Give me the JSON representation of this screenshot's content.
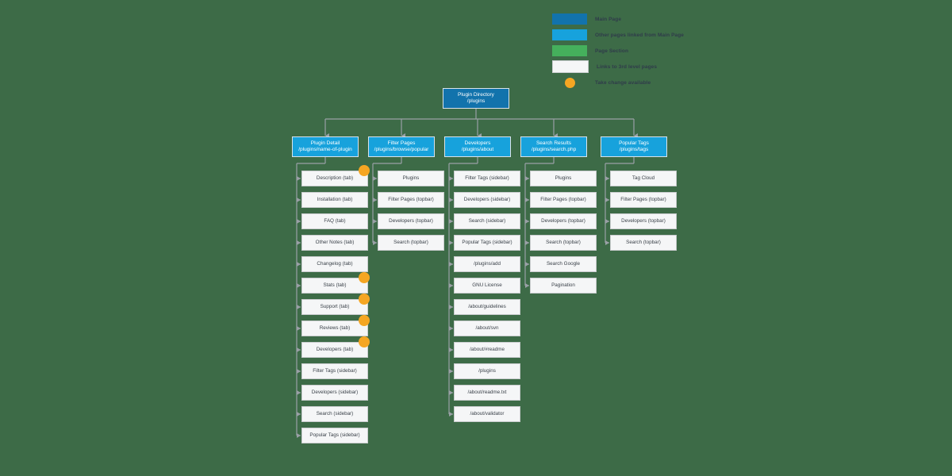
{
  "legend": {
    "items": [
      {
        "type": "swatch",
        "color": "#1273ac",
        "label": "Main Page"
      },
      {
        "type": "swatch",
        "color": "#17a2dc",
        "label": "Other pages linked from Main Page"
      },
      {
        "type": "swatch",
        "color": "#45b05c",
        "label": "Page Section"
      },
      {
        "type": "swatch",
        "color": "#f5f6f7",
        "label": "Links to 3rd level pages"
      },
      {
        "type": "dot",
        "color": "#f5a623",
        "label": "Take change available"
      }
    ]
  },
  "diagram": {
    "root": {
      "title": "Plugin Directory",
      "path": "/plugins"
    },
    "columns": [
      {
        "id": "plugin-detail",
        "title": "Plugin Detail",
        "path": "/plugins/name-of-plugin",
        "children": [
          {
            "label": "Description (tab)",
            "changed": true
          },
          {
            "label": "Installation (tab)",
            "changed": false
          },
          {
            "label": "FAQ (tab)",
            "changed": false
          },
          {
            "label": "Other Notes (tab)",
            "changed": false
          },
          {
            "label": "Changelog (tab)",
            "changed": false
          },
          {
            "label": "Stats (tab)",
            "changed": true
          },
          {
            "label": "Support (tab)",
            "changed": true
          },
          {
            "label": "Reviews (tab)",
            "changed": true
          },
          {
            "label": "Developers (tab)",
            "changed": true
          },
          {
            "label": "Filter Tags (sidebar)",
            "changed": false
          },
          {
            "label": "Developers (sidebar)",
            "changed": false
          },
          {
            "label": "Search (sidebar)",
            "changed": false
          },
          {
            "label": "Popular Tags (sidebar)",
            "changed": false
          }
        ]
      },
      {
        "id": "filter-pages",
        "title": "Filter Pages",
        "path": "/plugins/browse/popular",
        "children": [
          {
            "label": "Plugins",
            "changed": false
          },
          {
            "label": "Filter Pages (topbar)",
            "changed": false
          },
          {
            "label": "Developers (topbar)",
            "changed": false
          },
          {
            "label": "Search (topbar)",
            "changed": false
          }
        ]
      },
      {
        "id": "developers",
        "title": "Developers",
        "path": "/plugins/about",
        "children": [
          {
            "label": "Filter Tags (sidebar)",
            "changed": false
          },
          {
            "label": "Developers (sidebar)",
            "changed": false
          },
          {
            "label": "Search (sidebar)",
            "changed": false
          },
          {
            "label": "Popular Tags (sidebar)",
            "changed": false
          },
          {
            "label": "/plugins/add",
            "changed": false
          },
          {
            "label": "GNU License",
            "changed": false
          },
          {
            "label": "/about/guidelines",
            "changed": false
          },
          {
            "label": "/about/svn",
            "changed": false
          },
          {
            "label": "/about/#readme",
            "changed": false
          },
          {
            "label": "/plugins",
            "changed": false
          },
          {
            "label": "/about/readme.txt",
            "changed": false
          },
          {
            "label": "/about/validator",
            "changed": false
          }
        ]
      },
      {
        "id": "search-results",
        "title": "Search Results",
        "path": "/plugins/search.php",
        "children": [
          {
            "label": "Plugins",
            "changed": false
          },
          {
            "label": "Filter Pages (topbar)",
            "changed": false
          },
          {
            "label": "Developers (topbar)",
            "changed": false
          },
          {
            "label": "Search (topbar)",
            "changed": false
          },
          {
            "label": "Search Google",
            "changed": false
          },
          {
            "label": "Pagination",
            "changed": false
          }
        ]
      },
      {
        "id": "popular-tags",
        "title": "Popular Tags",
        "path": "/plugins/tags",
        "children": [
          {
            "label": "Tag Cloud",
            "changed": false
          },
          {
            "label": "Filter Pages (topbar)",
            "changed": false
          },
          {
            "label": "Developers (topbar)",
            "changed": false
          },
          {
            "label": "Search (topbar)",
            "changed": false
          }
        ]
      }
    ]
  },
  "style": {
    "background": "#3d6b47",
    "root_color": "#1273ac",
    "section_color": "#17a2dc",
    "leaf_color": "#f5f6f7",
    "connector_color": "#9aa0a6",
    "change_dot_color": "#f5a623"
  }
}
